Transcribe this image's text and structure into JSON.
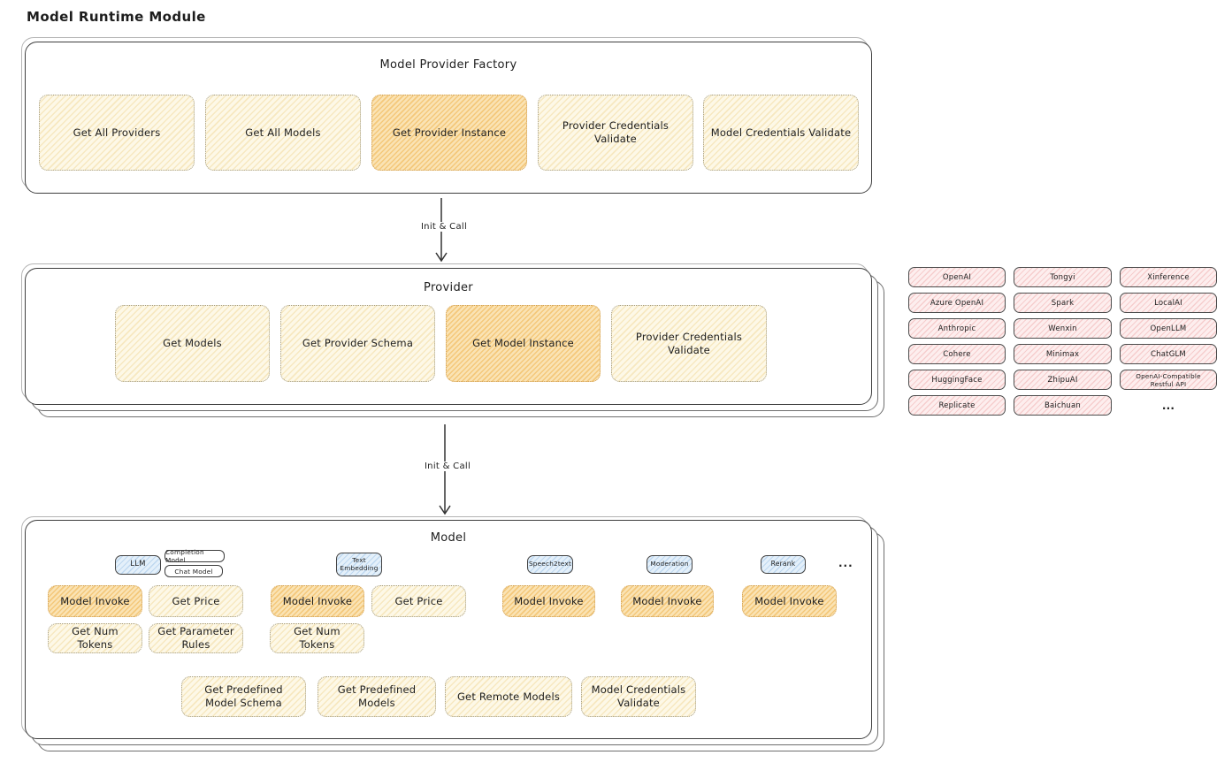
{
  "title": "Model Runtime Module",
  "arrow1_label": "Init & Call",
  "arrow2_label": "Init & Call",
  "factory": {
    "title": "Model Provider Factory",
    "boxes": [
      {
        "label": "Get All Providers"
      },
      {
        "label": "Get All Models"
      },
      {
        "label": "Get Provider Instance"
      },
      {
        "label": "Provider Credentials Validate"
      },
      {
        "label": "Model Credentials Validate"
      }
    ]
  },
  "provider": {
    "title": "Provider",
    "boxes": [
      {
        "label": "Get Models"
      },
      {
        "label": "Get Provider Schema"
      },
      {
        "label": "Get Model Instance"
      },
      {
        "label": "Provider Credentials Validate"
      }
    ]
  },
  "providers_grid": {
    "items": [
      "OpenAI",
      "Tongyi",
      "Xinference",
      "Azure OpenAI",
      "Spark",
      "LocalAI",
      "Anthropic",
      "Wenxin",
      "OpenLLM",
      "Cohere",
      "Minimax",
      "ChatGLM",
      "HuggingFace",
      "ZhipuAI",
      "OpenAI-Compatible Restful API",
      "Replicate",
      "Baichuan"
    ],
    "ellipsis": "..."
  },
  "model": {
    "title": "Model",
    "tags": {
      "llm": "LLM",
      "completion": "Completion Model",
      "chat": "Chat Model",
      "text_embedding": "Text Embedding",
      "speech2text": "Speech2text",
      "moderation": "Moderation",
      "rerank": "Rerank",
      "ellipsis": "..."
    },
    "row1": [
      "Model Invoke",
      "Get Price",
      "Model Invoke",
      "Get Price",
      "Model Invoke",
      "Model Invoke",
      "Model Invoke"
    ],
    "row2": [
      "Get Num Tokens",
      "Get Parameter Rules",
      "Get Num Tokens"
    ],
    "row3": [
      "Get Predefined Model Schema",
      "Get Predefined Models",
      "Get Remote Models",
      "Model Credentials Validate"
    ]
  },
  "colors": {
    "yellow_fill": "#fdf8e7",
    "orange_fill": "#fae3b4",
    "pink_fill": "#fdeeee",
    "blue_fill": "#e4f0fa",
    "border_dark": "#3f3f3f"
  }
}
